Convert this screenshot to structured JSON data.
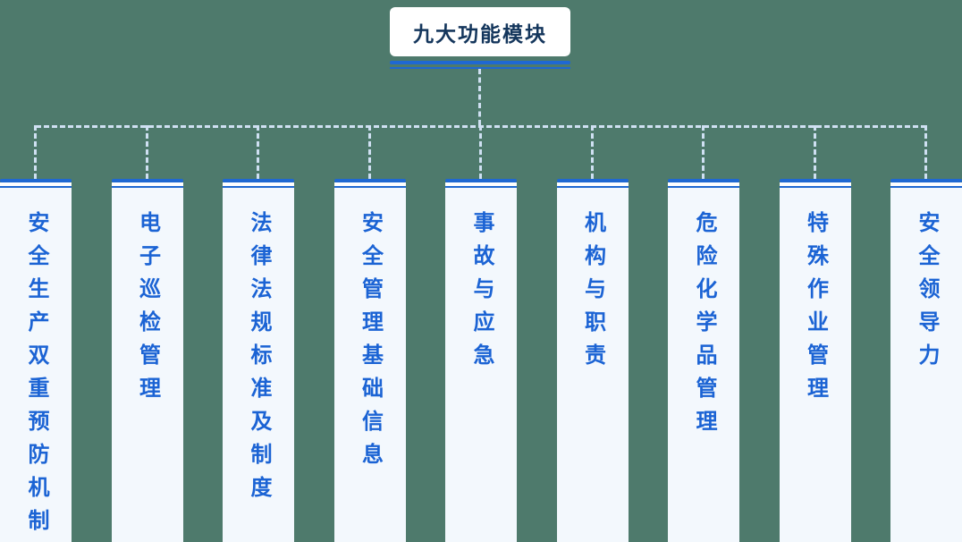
{
  "root": {
    "label": "九大功能模块"
  },
  "columns": [
    {
      "label": "安全生产双重预防机制"
    },
    {
      "label": "电子巡检管理"
    },
    {
      "label": "法律法规标准及制度"
    },
    {
      "label": "安全管理基础信息"
    },
    {
      "label": "事故与应急"
    },
    {
      "label": "机构与职责"
    },
    {
      "label": "危险化学品管理"
    },
    {
      "label": "特殊作业管理"
    },
    {
      "label": "安全领导力"
    }
  ],
  "colors": {
    "background": "#4e7a6c",
    "accent_blue": "#1f68d2",
    "root_text": "#14365c",
    "column_bg": "#f3f8fd",
    "column_text": "#1b63d4",
    "dash": "#cfe0f2"
  },
  "connector_style": "dashed"
}
